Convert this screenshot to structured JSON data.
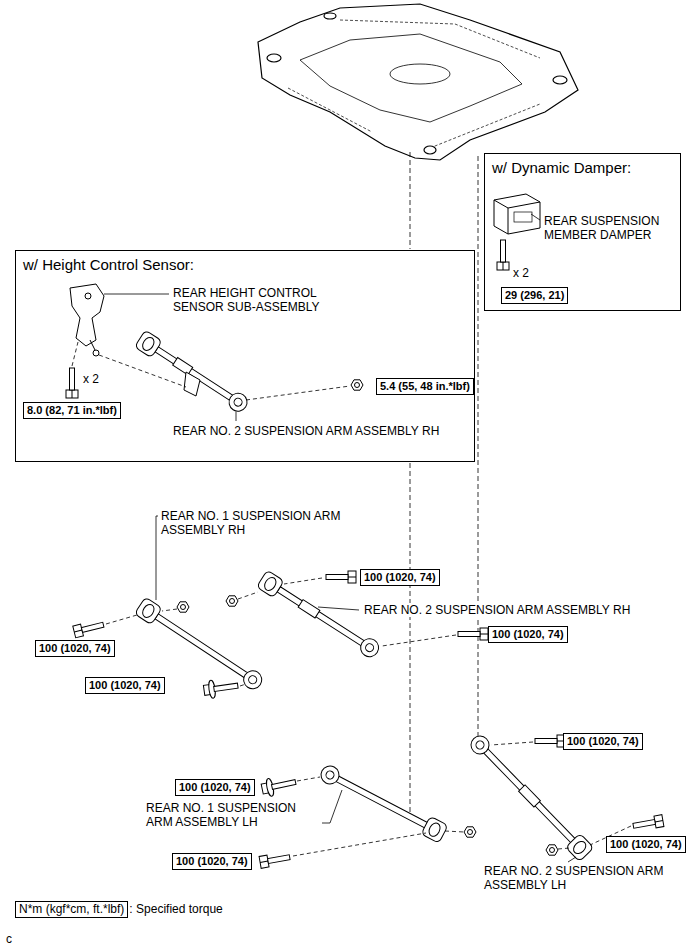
{
  "diagram": {
    "nodes": [
      {
        "text": [
          "w/ Dynamic Damper:"
        ]
      },
      {
        "text": [
          "29 (296, 21)"
        ],
        "in": 0
      },
      {
        "text": [
          "w/ Height Control Sensor:"
        ]
      },
      {
        "text": [
          "8.0 (82, 71 in.*lbf)"
        ],
        "in": 2
      },
      {
        "text": [
          "5.4 (55, 48 in.*lbf)"
        ],
        "in": 2
      },
      {
        "text": [
          "100 (1020, 74)"
        ]
      },
      {
        "text": [
          "100 (1020, 74)"
        ]
      },
      {
        "text": [
          "100 (1020, 74)"
        ]
      },
      {
        "text": [
          "100 (1020, 74)"
        ]
      },
      {
        "text": [
          "100 (1020, 74)"
        ]
      },
      {
        "text": [
          "100 (1020, 74)"
        ]
      },
      {
        "text": [
          "100 (1020, 74)"
        ]
      },
      {
        "text": [
          "100 (1020, 74)"
        ]
      },
      {
        "text": [
          "N*m (kgf*cm, ft.*lbf)",
          ": Specified torque"
        ]
      }
    ],
    "labels": [
      "REAR SUSPENSION MEMBER DAMPER",
      "x 2",
      "REAR HEIGHT CONTROL SENSOR SUB-ASSEMBLY",
      "x 2",
      "REAR NO. 2 SUSPENSION ARM ASSEMBLY RH",
      "REAR NO. 1 SUSPENSION ARM ASSEMBLY RH",
      "REAR NO. 2 SUSPENSION ARM ASSEMBLY RH",
      "REAR NO. 1 SUSPENSION ARM ASSEMBLY LH",
      "REAR NO. 2 SUSPENSION ARM ASSEMBLY LH",
      "c"
    ]
  }
}
